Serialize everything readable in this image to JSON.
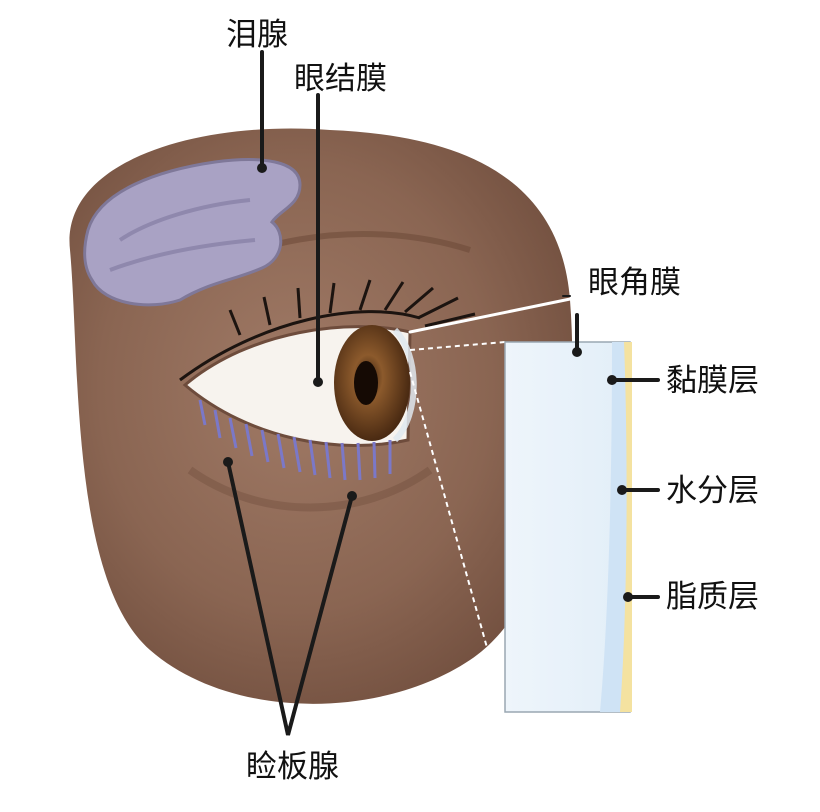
{
  "diagram": {
    "labels": {
      "lacrimal_gland": "泪腺",
      "conjunctiva": "眼结膜",
      "cornea": "眼角膜",
      "mucin_layer": "黏膜层",
      "aqueous_layer": "水分层",
      "lipid_layer": "脂质层",
      "meibomian_glands": "睑板腺"
    },
    "colors": {
      "skin": "#8a6552",
      "skin_shadow": "#6e4c3c",
      "gland": "#a9a2c4",
      "iris": "#7a4a22",
      "sclera": "#f7f3ee",
      "meibomian_lines": "#7b78c8",
      "tear_panel": "#e7f1fa",
      "lipid": "#f4e2a0",
      "aqueous": "#cfe3f5"
    }
  }
}
